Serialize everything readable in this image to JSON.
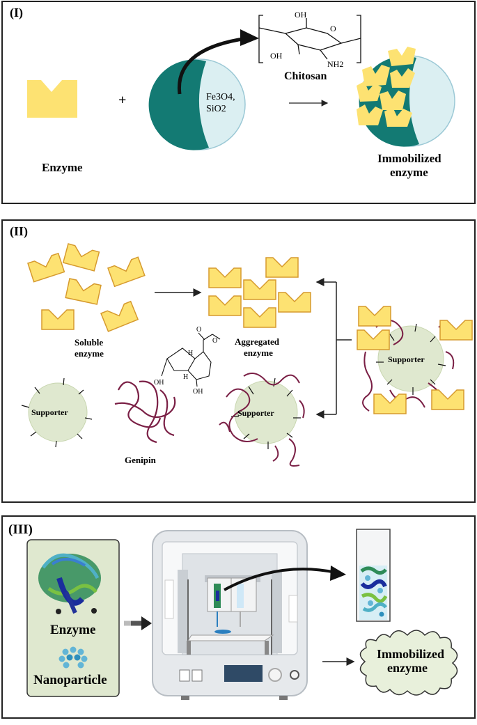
{
  "panel1": {
    "label": "(I)",
    "enzyme_label": "Enzyme",
    "plus": "+",
    "core_line1": "Fe3O4,",
    "core_line2": "SiO2",
    "chitosan_label": "Chitosan",
    "oh_top": "OH",
    "oh_left": "OH",
    "ring_o": "O",
    "nh2": "NH2",
    "product_line1": "Immobilized",
    "product_line2": "enzyme"
  },
  "panel2": {
    "label": "(II)",
    "soluble_line1": "Soluble",
    "soluble_line2": "enzyme",
    "aggregated_line1": "Aggregated",
    "aggregated_line2": "enzyme",
    "supporter_left": "Supporter",
    "supporter_mid": "Supporter",
    "supporter_right": "Supporter",
    "genipin_label": "Genipin",
    "genipin_oh_left": "OH",
    "genipin_oh_right": "OH",
    "genipin_h_top": "H",
    "genipin_h_bottom": "H",
    "genipin_o_carbonyl": "O",
    "genipin_o_ester": "O"
  },
  "panel3": {
    "label": "(III)",
    "enzyme_label": "Enzyme",
    "nanoparticle_label": "Nanoparticle",
    "product_line1": "Immobilized",
    "product_line2": "enzyme"
  },
  "colors": {
    "enzyme_yellow": "#fde272",
    "enzyme_border": "#d69a2e",
    "teal": "#137a73",
    "light_blue": "#dbeff2",
    "supporter_green": "#dfe8cf",
    "genipin_strand": "#7a1f45",
    "box_green": "#dfe8cf"
  }
}
